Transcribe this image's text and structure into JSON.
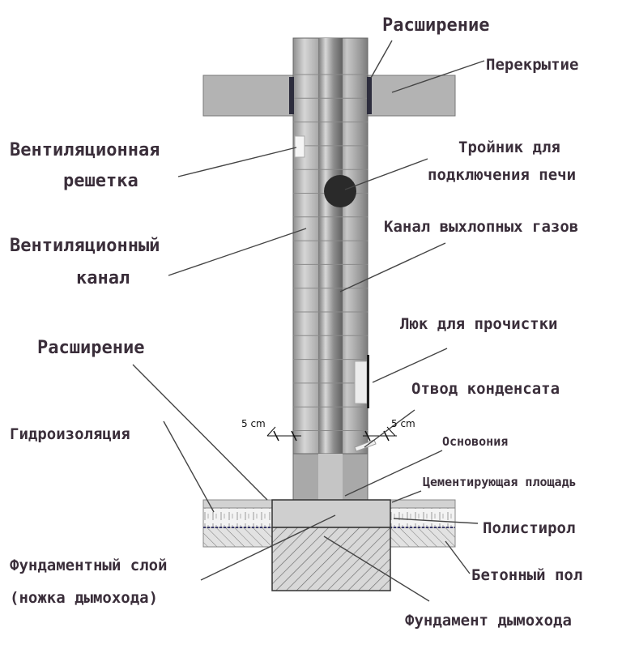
{
  "labels": {
    "expansion_top": "Расширение",
    "ceiling": "Перекрытие",
    "vent_grille_1": "Вентиляционная",
    "vent_grille_2": "решетка",
    "tee_1": "Тройник для",
    "tee_2": "подключения печи",
    "vent_channel_1": "Вентиляционный",
    "vent_channel_2": "канал",
    "exhaust_channel": "Канал выхлопных газов",
    "cleanout": "Люк для прочистки",
    "expansion_bottom": "Расширение",
    "condensate": "Отвод конденсата",
    "waterproofing": "Гидроизоляция",
    "base": "Основония",
    "cement_pad": "Цементирующая площадь",
    "polystyrene": "Полистирол",
    "concrete_floor": "Бетонный пол",
    "foundation_layer_1": "Фундаментный слой",
    "foundation_layer_2": "(ножка дымохода)",
    "chimney_foundation": "Фундамент дымохода",
    "gap_left": "5 cm",
    "gap_right": "5 cm"
  }
}
